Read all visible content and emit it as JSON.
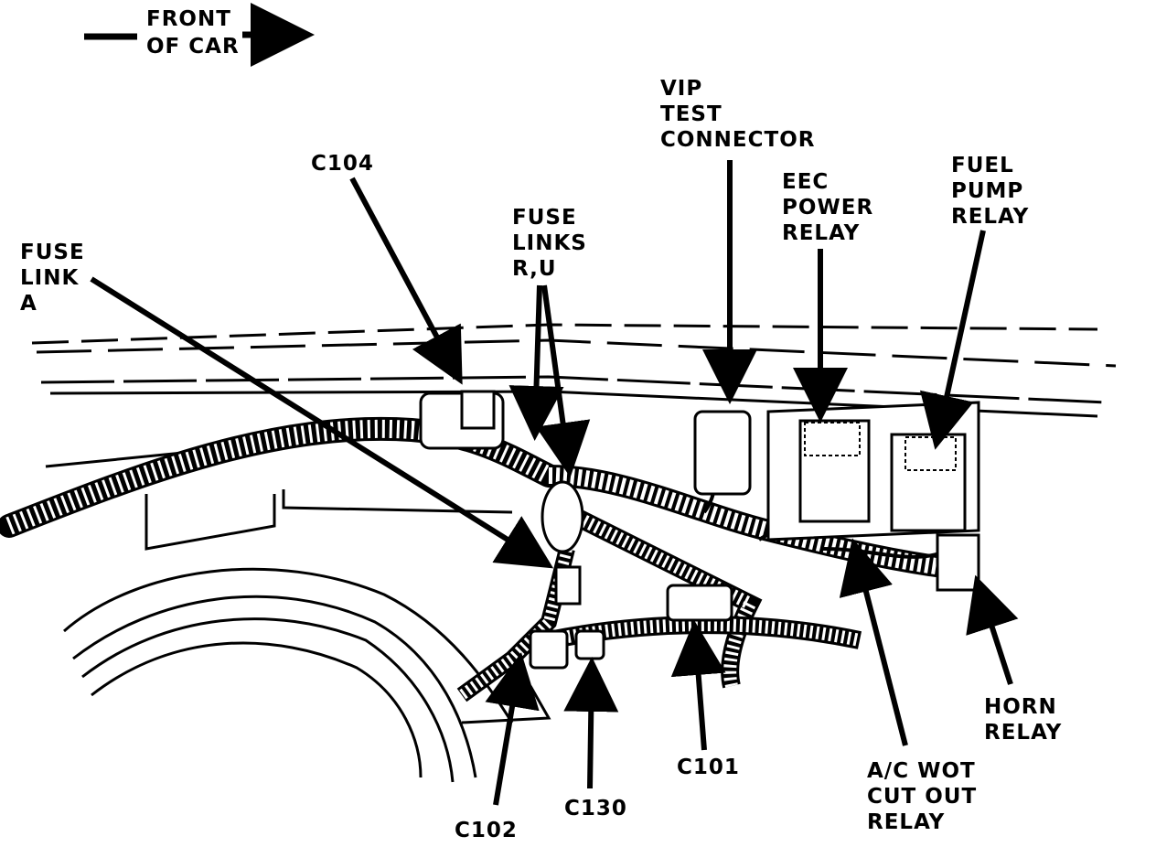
{
  "orientation": {
    "line1": "FRONT",
    "line2": "OF CAR"
  },
  "labels": {
    "c104": "C104",
    "fuse_link_a": [
      "FUSE",
      "LINK",
      "A"
    ],
    "fuse_links_ru": [
      "FUSE",
      "LINKS",
      "R,U"
    ],
    "vip_test_connector": [
      "VIP",
      "TEST",
      "CONNECTOR"
    ],
    "eec_power_relay": [
      "EEC",
      "POWER",
      "RELAY"
    ],
    "fuel_pump_relay": [
      "FUEL",
      "PUMP",
      "RELAY"
    ],
    "horn_relay": [
      "HORN",
      "RELAY"
    ],
    "ac_wot_cut_out_relay": [
      "A/C WOT",
      "CUT OUT",
      "RELAY"
    ],
    "c101": "C101",
    "c130": "C130",
    "c102": "C102"
  },
  "colors": {
    "ink": "#000000",
    "paper": "#ffffff"
  }
}
